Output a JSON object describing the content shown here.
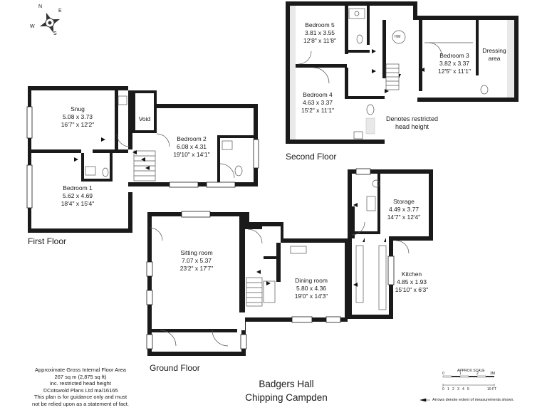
{
  "title": {
    "line1": "Badgers Hall",
    "line2": "Chipping Campden"
  },
  "floors": {
    "second": "Second Floor",
    "first": "First Floor",
    "ground": "Ground Floor"
  },
  "rooms": {
    "bedroom5": {
      "name": "Bedroom 5",
      "metric": "3.81 x 3.55",
      "imperial": "12'8\" x 11'8\""
    },
    "bedroom3": {
      "name": "Bedroom 3",
      "metric": "3.82 x 3.37",
      "imperial": "12'5\" x 11'1\""
    },
    "dressing": {
      "name": "Dressing area"
    },
    "bedroom4": {
      "name": "Bedroom 4",
      "metric": "4.63 x 3.37",
      "imperial": "15'2\" x 11'1\""
    },
    "snug": {
      "name": "Snug",
      "metric": "5.08 x 3.73",
      "imperial": "16'7\" x 12'2\""
    },
    "void": {
      "name": "Void"
    },
    "bedroom2": {
      "name": "Bedroom 2",
      "metric": "6.08 x 4.31",
      "imperial": "19'10\" x 14'1\""
    },
    "bedroom1": {
      "name": "Bedroom 1",
      "metric": "5.62 x 4.69",
      "imperial": "18'4\" x 15'4\""
    },
    "storage": {
      "name": "Storage",
      "metric": "4.49 x 3.77",
      "imperial": "14'7\" x 12'4\""
    },
    "sitting": {
      "name": "Sitting room",
      "metric": "7.07 x 5.37",
      "imperial": "23'2\" x 17'7\""
    },
    "dining": {
      "name": "Dining room",
      "metric": "5.80 x 4.36",
      "imperial": "19'0\" x 14'3\""
    },
    "kitchen": {
      "name": "Kitchen",
      "metric": "4.85 x 1.93",
      "imperial": "15'10\" x 6'3\""
    }
  },
  "legend": {
    "restricted_line1": "Denotes restricted",
    "restricted_line2": "head height",
    "hw": "HW"
  },
  "footer": {
    "line1": "Approximate Gross Internal Floor Area",
    "line2": "267 sq m (2,875 sq ft)",
    "line3": "inc. restricted head height",
    "line4": "©Cotswold Plans Ltd ma/16165",
    "line5": "This plan is for guidance only and must",
    "line6": "not be relied upon as a statement of fact."
  },
  "scale": {
    "title": "APPROX SCALE",
    "metres": [
      "0",
      "1",
      "2",
      "3M"
    ],
    "feet": [
      "0",
      "1",
      "2",
      "3",
      "4",
      "5",
      "10 FT"
    ]
  },
  "arrows_note": "Arrows denote extent of measurements shown.",
  "compass": {
    "n": "N",
    "e": "E",
    "s": "S",
    "w": "W"
  }
}
